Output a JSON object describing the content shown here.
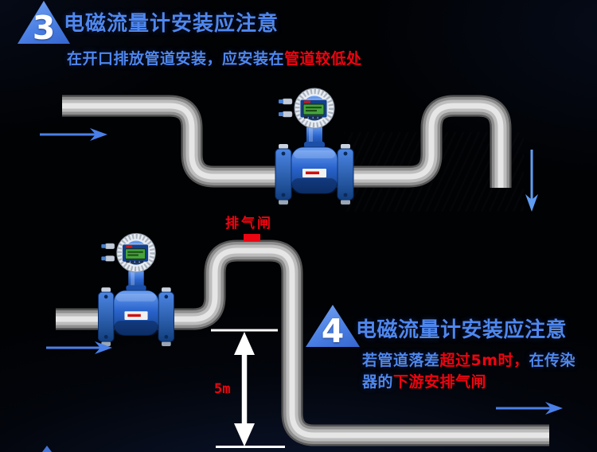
{
  "colors": {
    "background": "#010204",
    "accent_blue_text": "#4f87ee",
    "alert_red": "#ea0511",
    "triangle_blue": "#4b80e4",
    "arrow_blue": "#4a80e8",
    "white": "#ffffff",
    "pipe_gray": "#bdbdbd",
    "meter_blue": "#2a64cc"
  },
  "sections": {
    "step3": {
      "number": "3",
      "title": "电磁流量计安装应注意",
      "note_leading": "在开口排放管道安装，应安装在",
      "note_highlight": "管道较低处"
    },
    "step4": {
      "number": "4",
      "title": "电磁流量计安装应注意",
      "note_line1_leading": "若管道落差",
      "note_line1_highlight": "超过5m时，",
      "note_line1_trailing": "在传染",
      "note_line2_leading": "器的",
      "note_line2_highlight": "下游安排气闸"
    }
  },
  "diagram_labels": {
    "vent_valve": "排气闸",
    "drop_height": "5m"
  }
}
